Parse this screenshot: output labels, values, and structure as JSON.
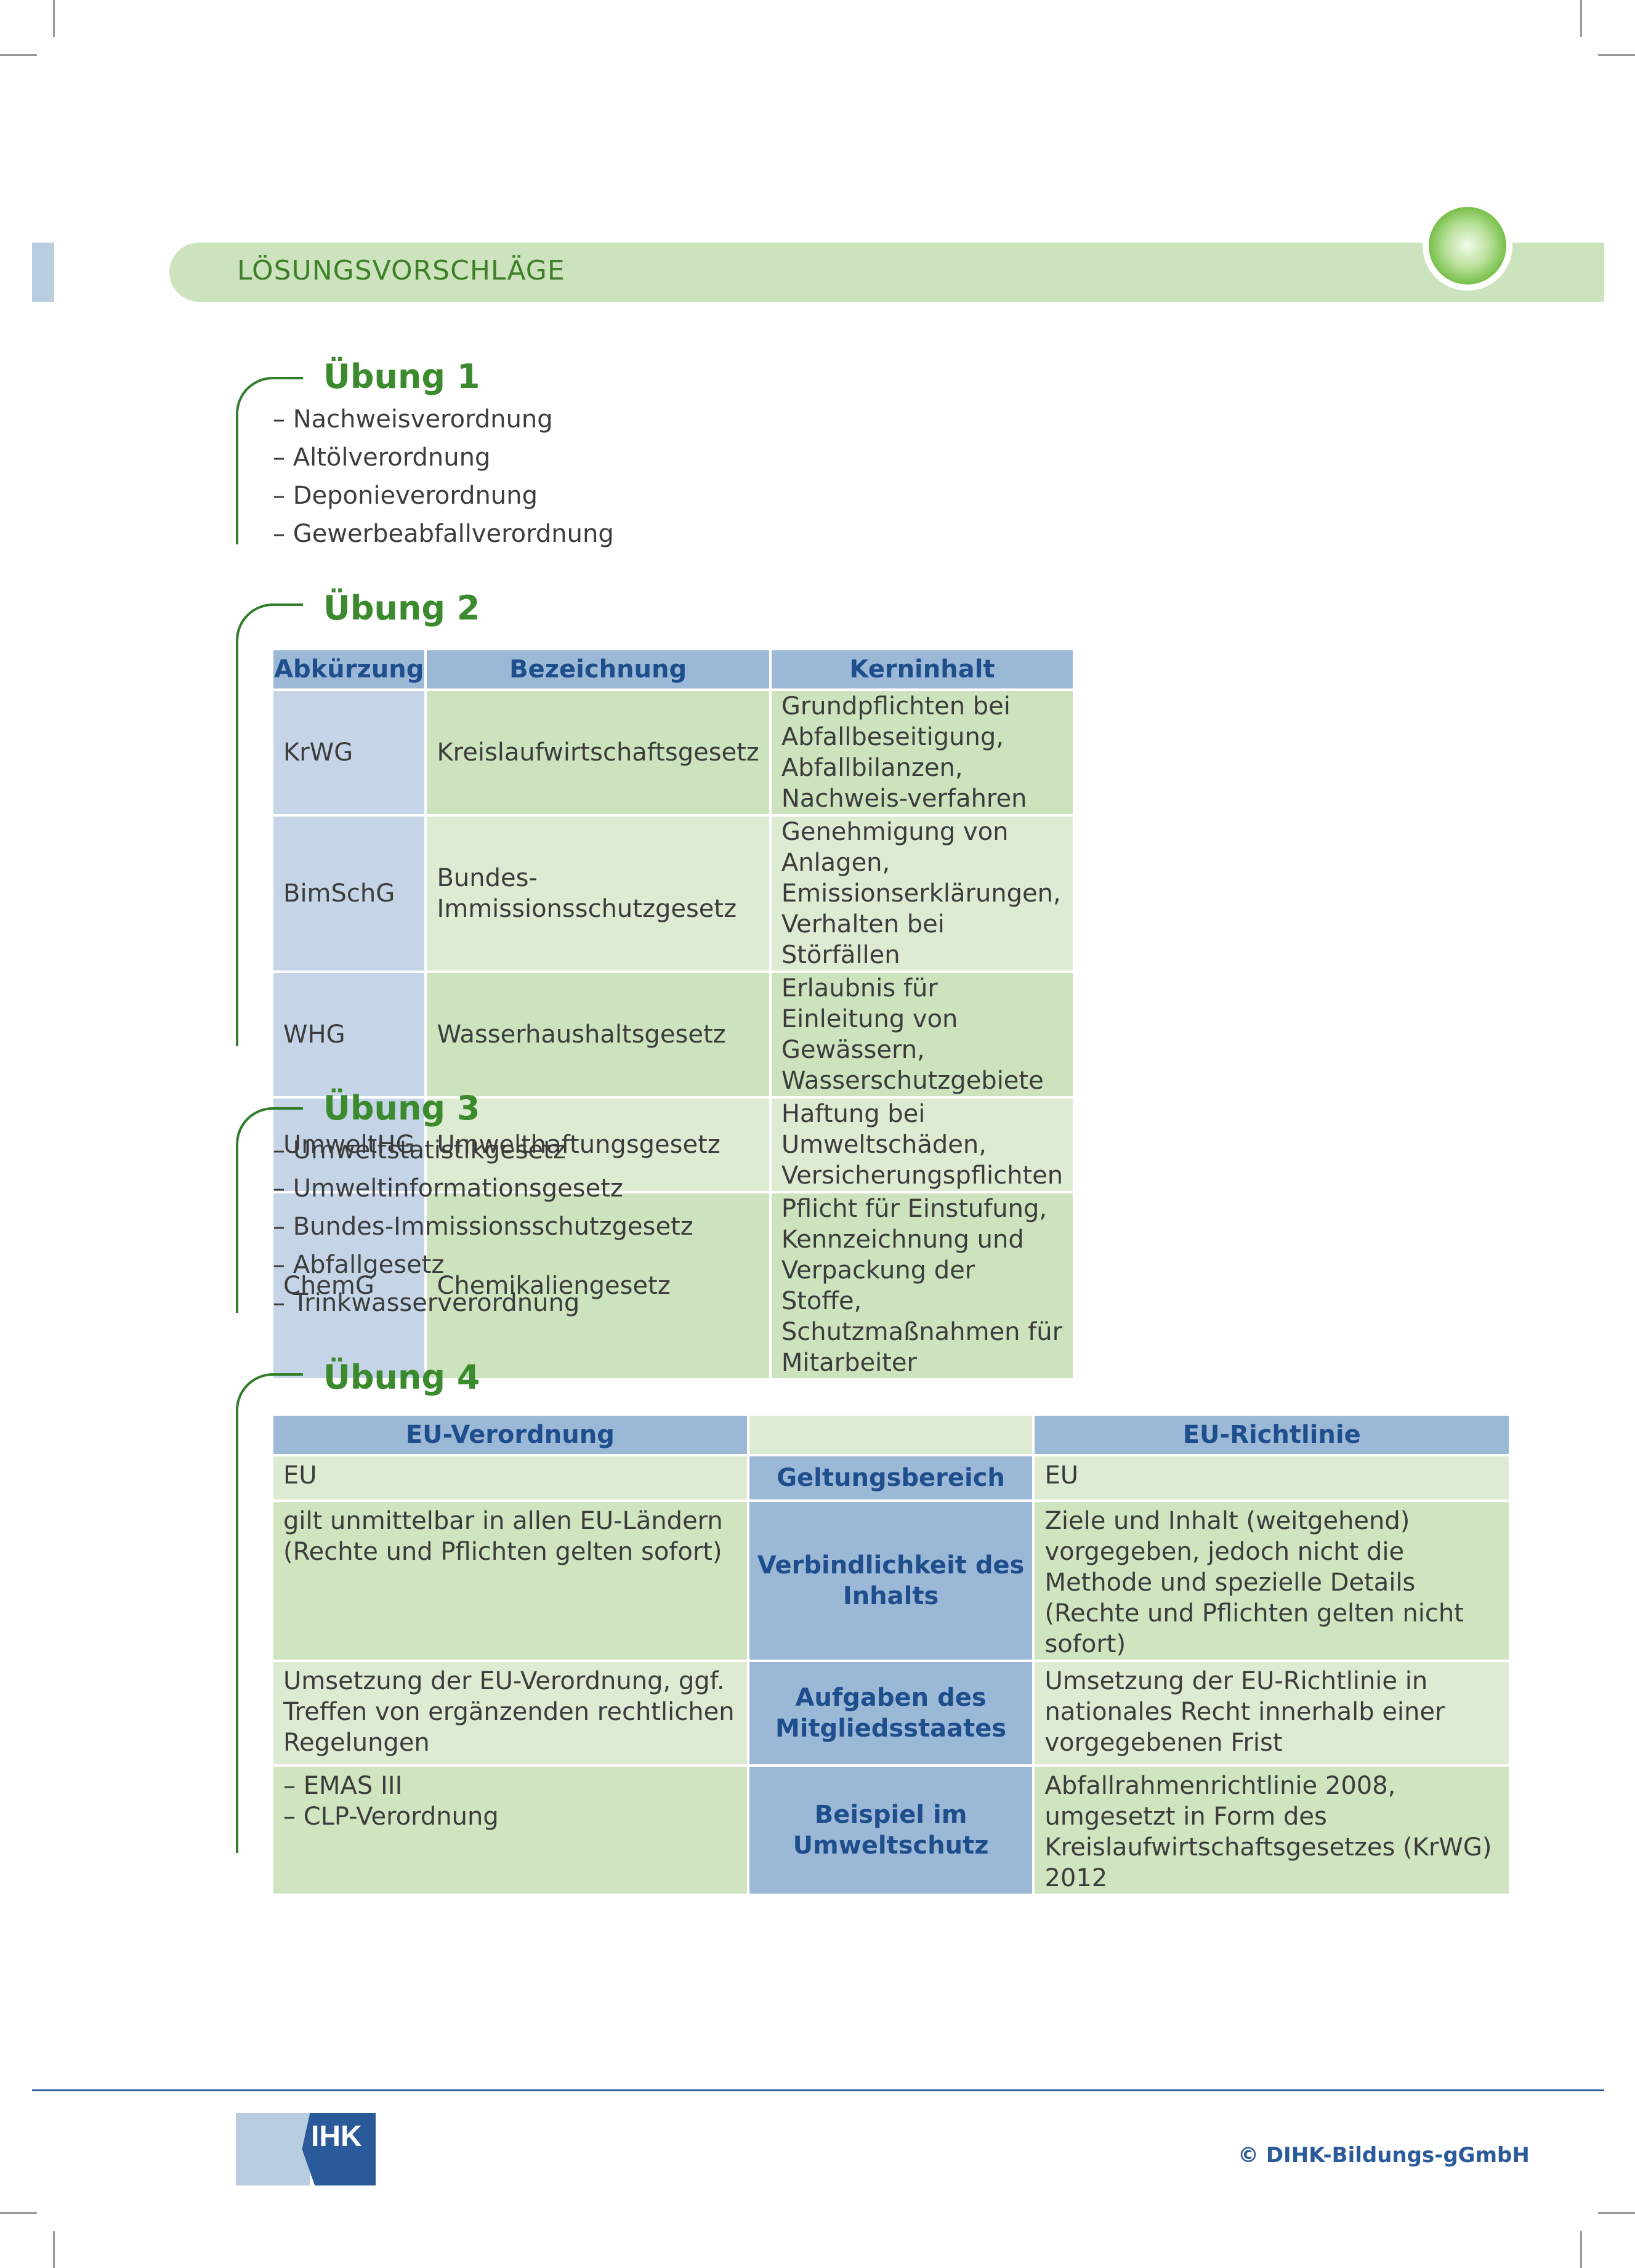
{
  "header": {
    "title": "LÖSUNGSVORSCHLÄGE"
  },
  "sections": [
    {
      "title": "Übung 1",
      "items": [
        "– Nachweisverordnung",
        "– Altölverordnung",
        "– Deponieverordnung",
        "– Gewerbeabfallverordnung"
      ]
    },
    {
      "title": "Übung 2",
      "table": {
        "headers": [
          "Abkürzung",
          "Bezeichnung",
          "Kerninhalt"
        ],
        "rows": [
          [
            "KrWG",
            "Kreislaufwirtschaftsgesetz",
            "Grundpflichten bei Abfallbeseitigung, Abfallbilanzen, Nachweis-verfahren"
          ],
          [
            "BimSchG",
            "Bundes-Immissionsschutzgesetz",
            "Genehmigung von Anlagen, Emissionserklärungen, Verhalten bei Störfällen"
          ],
          [
            "WHG",
            "Wasserhaushaltsgesetz",
            "Erlaubnis für Einleitung von Gewässern, Wasserschutzgebiete"
          ],
          [
            "UmweltHG",
            "Umwelthaftungsgesetz",
            "Haftung bei Umweltschäden, Versicherungspflichten"
          ],
          [
            "ChemG",
            "Chemikaliengesetz",
            "Pflicht für Einstufung, Kennzeichnung und Verpackung der Stoffe, Schutzmaßnahmen für Mitarbeiter"
          ]
        ]
      }
    },
    {
      "title": "Übung 3",
      "items": [
        "– Umweltstatistikgesetz",
        "– Umweltinformationsgesetz",
        "– Bundes-Immissionsschutzgesetz",
        "– Abfallgesetz",
        "– Trinkwasserverordnung"
      ]
    },
    {
      "title": "Übung 4",
      "table": {
        "headers": [
          "EU-Verordnung",
          "",
          "EU-Richtlinie"
        ],
        "rows": [
          {
            "left": "EU",
            "middle": "Geltungsbereich",
            "right": "EU"
          },
          {
            "left": "gilt unmittelbar in allen EU-Ländern (Rechte und Pflichten gelten sofort)",
            "middle": "Verbindlichkeit des Inhalts",
            "right": "Ziele und Inhalt (weitgehend) vorgegeben, jedoch nicht die Methode und spezielle Details (Rechte und Pflichten gelten nicht sofort)"
          },
          {
            "left": "Umsetzung der EU-Verordnung, ggf. Treffen von ergänzenden rechtlichen Regelungen",
            "middle": "Aufgaben des Mitgliedsstaates",
            "right": "Umsetzung der EU-Richtlinie in nationales Recht innerhalb einer vorgegebenen Frist"
          },
          {
            "left": "– EMAS III\n– CLP-Verordnung",
            "middle": "Beispiel im Umweltschutz",
            "right": "Abfallrahmenrichtlinie 2008, umgesetzt in Form des Kreislaufwirtschaftsgesetzes (KrWG) 2012"
          }
        ]
      }
    }
  ],
  "footer": {
    "logo": "IHK",
    "copyright": "© DIHK-Bildungs-gGmbH"
  },
  "colors": {
    "green_dark": "#3b8a2d",
    "green_light": "#cde3bd",
    "blue_header": "#9bb8d7",
    "blue_text": "#1f4e8c",
    "blue_abbr": "#c5d5e7"
  }
}
